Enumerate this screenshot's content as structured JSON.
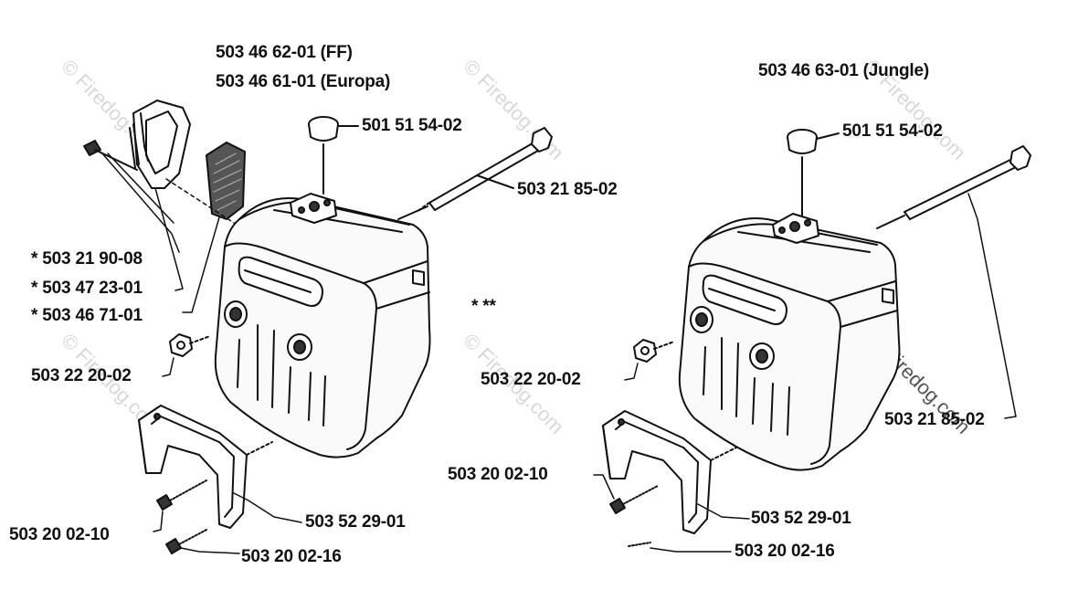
{
  "watermark": "© Firedog.com",
  "left_assembly": {
    "model_line_1": "503 46 62-01 (FF)",
    "model_line_2": "503 46 61-01 (Europa)",
    "cap": "501 51 54-02",
    "long_bolt": "503 21 85-02",
    "screw": "* 503 21 90-08",
    "bracket": "* 503 47 23-01",
    "screen": "* 503 46 71-01",
    "body_ref": "* **",
    "nut": "503 22 20-02",
    "lower_bracket": "503 52 29-01",
    "bolt_a": "503 20 02-10",
    "bolt_b": "503 20 02-16"
  },
  "right_assembly": {
    "model_line": "503 46 63-01 (Jungle)",
    "cap": "501 51 54-02",
    "nut": "503 22 20-02",
    "long_bolt": "503 21 85-02",
    "bolt_a": "503 20 02-10",
    "lower_bracket": "503 52 29-01",
    "bolt_b": "503 20 02-16"
  }
}
